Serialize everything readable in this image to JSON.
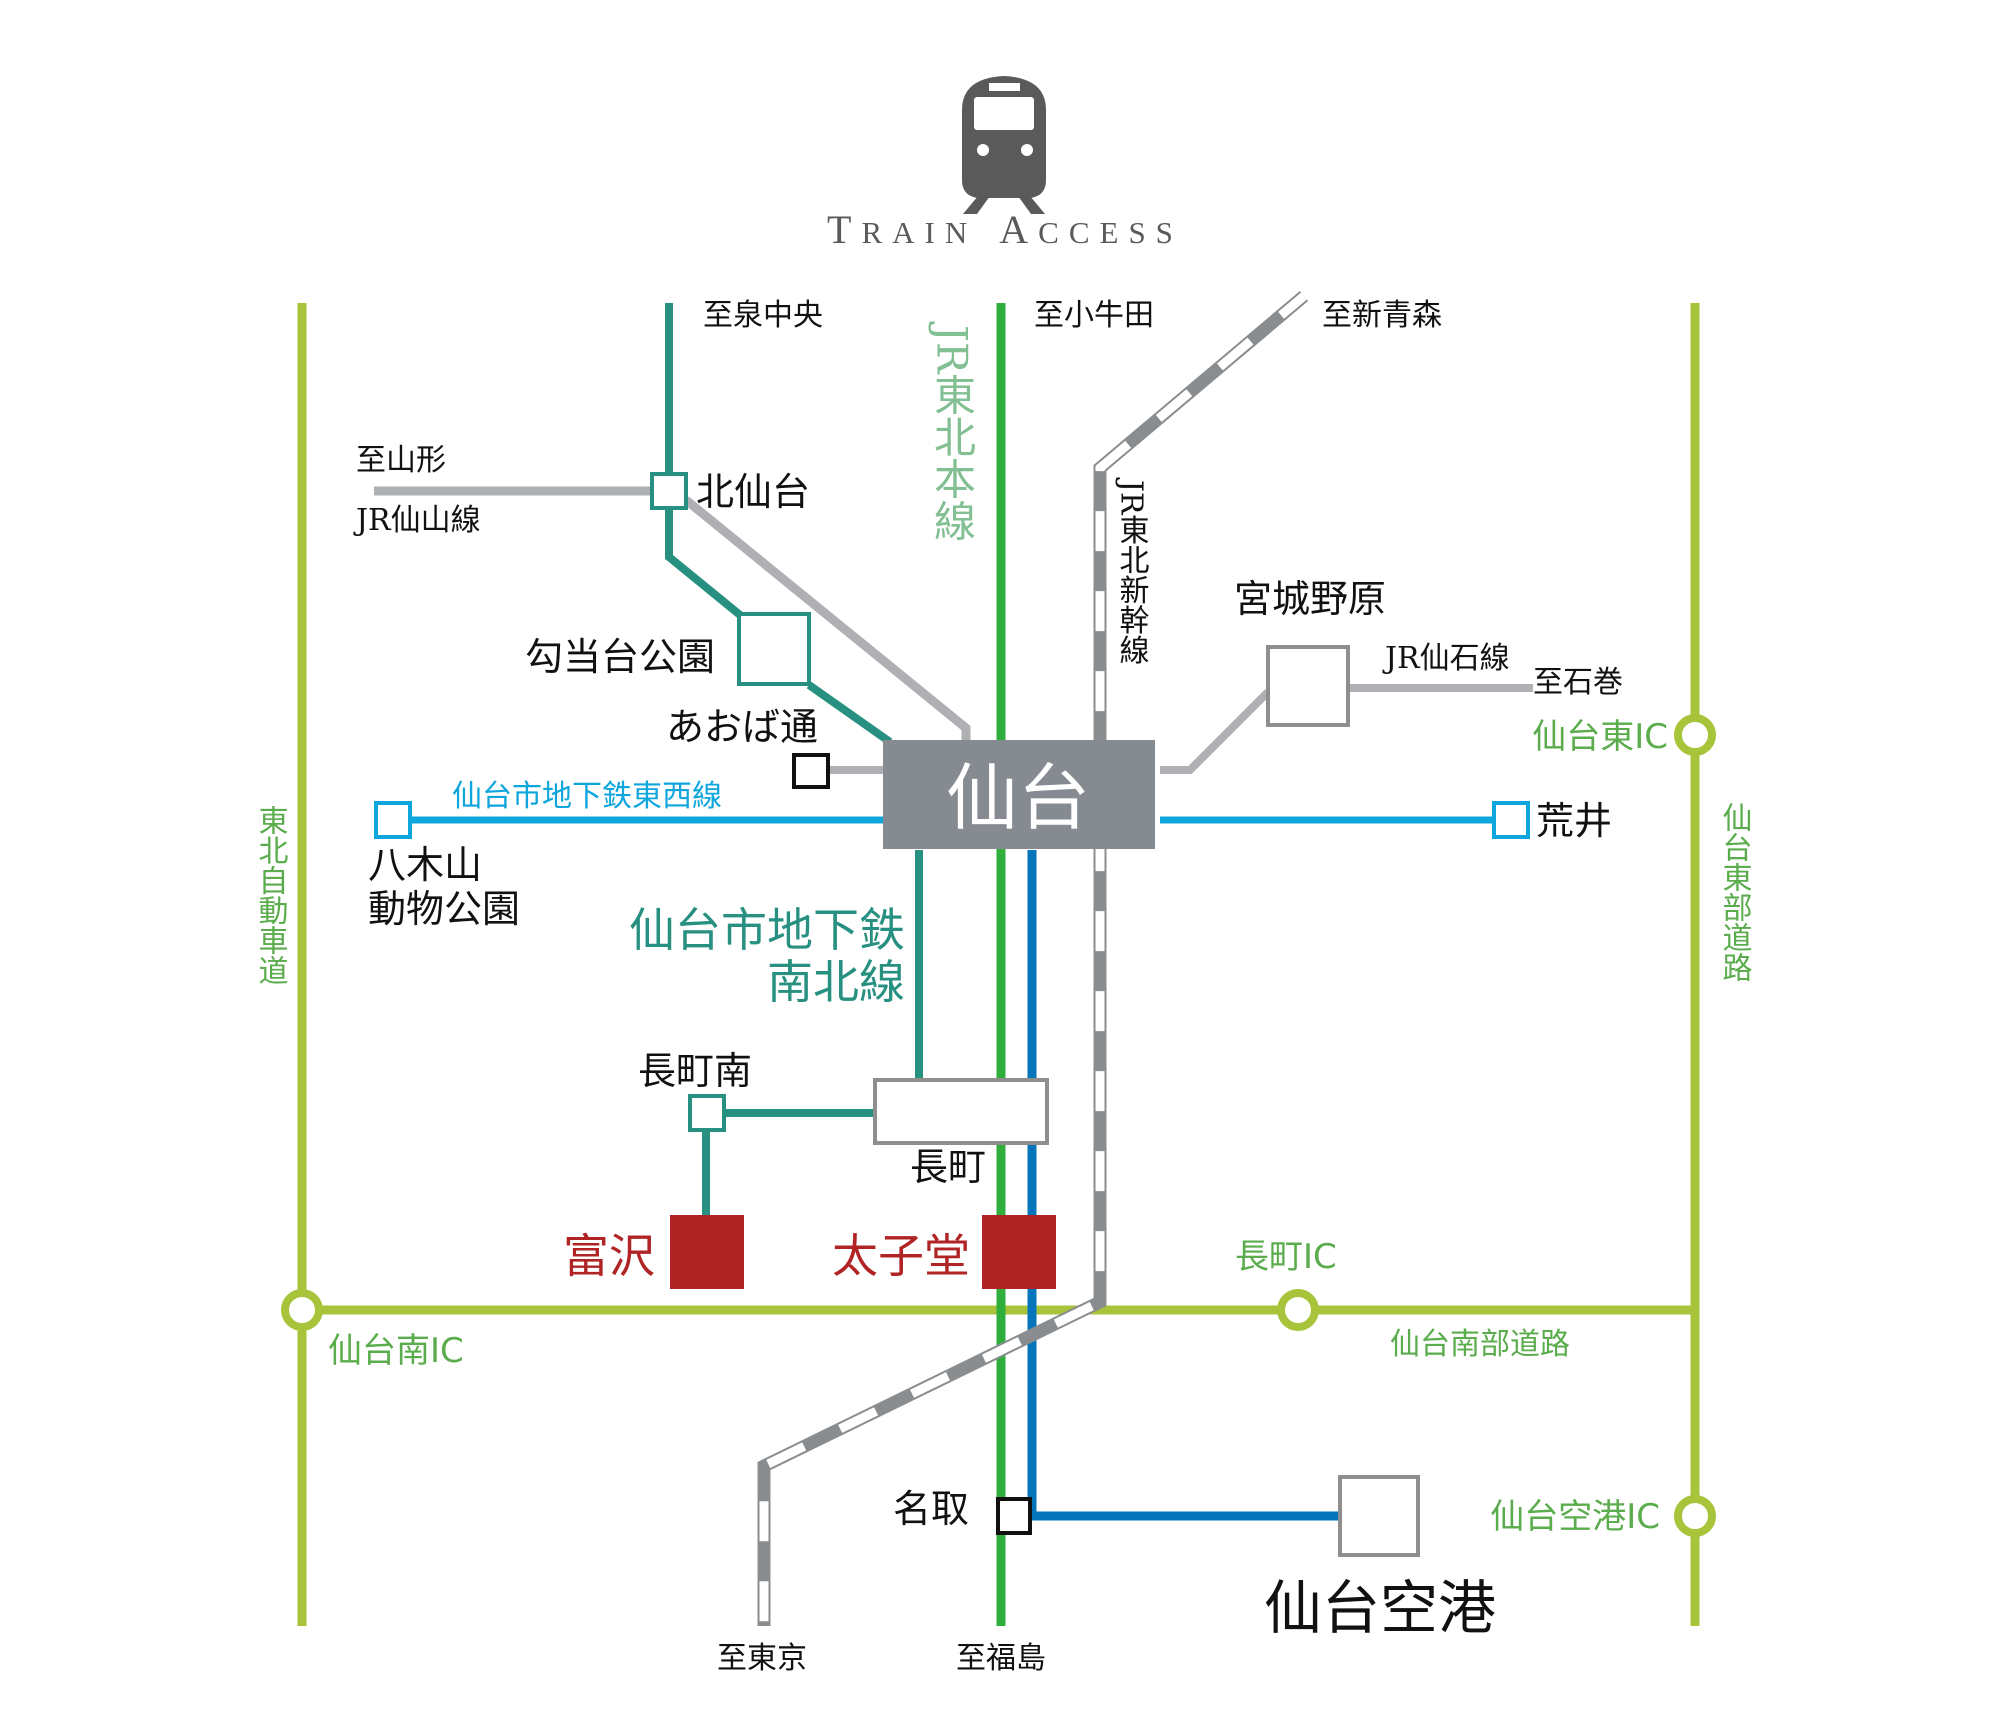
{
  "header": {
    "icon": "train-icon",
    "title_first": "T",
    "title_rest1": "RAIN",
    "title_second": "A",
    "title_rest2": "CCESS"
  },
  "colors": {
    "road": "#a8c43a",
    "road_label": "#5aac4c",
    "jr_tohoku": "#2fae3c",
    "jr_tohoku_label": "#82bf92",
    "namboku": "#279080",
    "tozai": "#0fa6de",
    "airport_line": "#0474bb",
    "jr_gray": "#aeb0b3",
    "shinkansen_dark": "#8a8d90",
    "hub": "#868b91",
    "highlight": "#b02425",
    "text": "#111111",
    "title": "#5a5a5a"
  },
  "lines": {
    "jr_tohoku": "JR東北本線",
    "jr_shinkansen": "JR東北新幹線",
    "jr_senzan": "JR仙山線",
    "jr_senseki": "JR仙石線",
    "tozai": "仙台市地下鉄東西線",
    "namboku_line1": "仙台市地下鉄",
    "namboku_line2": "南北線"
  },
  "directions": {
    "izumi_chuo": "至泉中央",
    "kogota": "至小牛田",
    "shin_aomori": "至新青森",
    "yamagata": "至山形",
    "ishinomaki": "至石巻",
    "tokyo": "至東京",
    "fukushima": "至福島"
  },
  "stations": {
    "sendai": "仙台",
    "kita_sendai": "北仙台",
    "koutoudai_koen": "勾当台公園",
    "aoba_dori": "あおば通",
    "miyaginohara": "宮城野原",
    "arai": "荒井",
    "yagiyama_1": "八木山",
    "yagiyama_2": "動物公園",
    "nagamachi_minami": "長町南",
    "nagamachi": "長町",
    "natori": "名取",
    "sendai_airport": "仙台空港"
  },
  "highlights": {
    "tomizawa": "富沢",
    "taishido": "太子堂"
  },
  "roads": {
    "tohoku_expressway": "東北自動車道",
    "sendai_tobu": "仙台東部道路",
    "sendai_nanbu": "仙台南部道路",
    "sendai_minami_ic": "仙台南IC",
    "nagamachi_ic": "長町IC",
    "sendai_higashi_ic": "仙台東IC",
    "sendai_kuko_ic": "仙台空港IC"
  }
}
